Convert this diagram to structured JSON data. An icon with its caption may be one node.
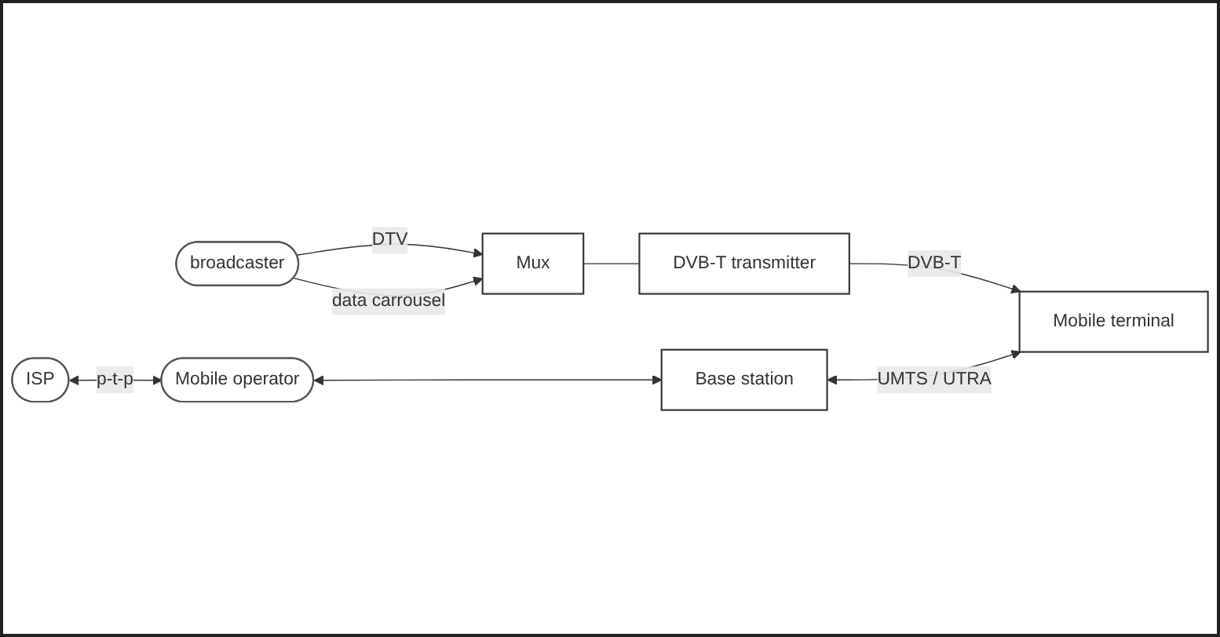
{
  "diagram": {
    "nodes": [
      {
        "text": [
          "broadcaster"
        ]
      },
      {
        "text": [
          "Mux"
        ]
      },
      {
        "text": [
          "DVB-T transmitter"
        ]
      },
      {
        "text": [
          "Mobile terminal"
        ]
      },
      {
        "text": [
          "ISP"
        ]
      },
      {
        "text": [
          "Mobile operator"
        ]
      },
      {
        "text": [
          "Base station"
        ]
      }
    ],
    "edges": [
      {
        "from": 0,
        "to": 1,
        "arrow": "to",
        "label": "DTV"
      },
      {
        "from": 0,
        "to": 1,
        "arrow": "to",
        "label": "data carrousel"
      },
      {
        "from": 1,
        "to": 2,
        "arrow": "none"
      },
      {
        "from": 2,
        "to": 3,
        "arrow": "to",
        "label": "DVB-T"
      },
      {
        "from": 4,
        "to": 5,
        "arrow": "both",
        "label": "p-t-p"
      },
      {
        "from": 5,
        "to": 6,
        "arrow": "both"
      },
      {
        "from": 6,
        "to": 3,
        "arrow": "both",
        "label": "UMTS / UTRA"
      }
    ]
  }
}
